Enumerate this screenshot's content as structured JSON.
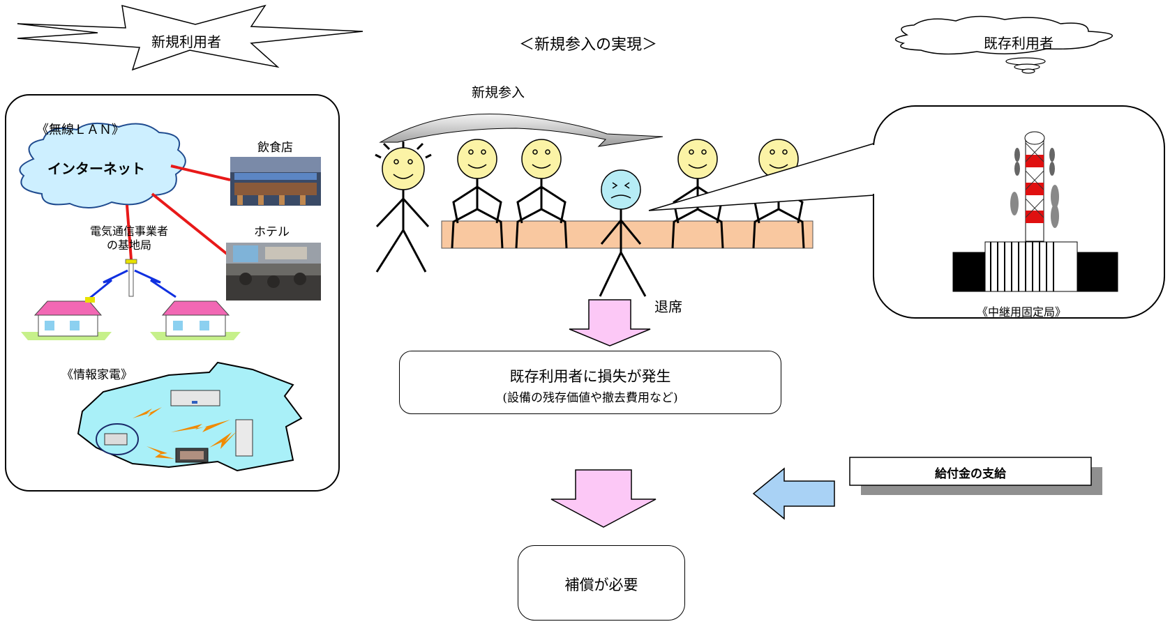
{
  "title": "＜新規参入の実現＞",
  "new_users_label": "新規利用者",
  "existing_users_label": "既存利用者",
  "left_panel": {
    "wlan_label": "《無線ＬＡＮ》",
    "internet_label": "インターネット",
    "restaurant_label": "飲食店",
    "hotel_label": "ホテル",
    "carrier_label_line1": "電気通信事業者",
    "carrier_label_line2": "の基地局",
    "appliances_label": "《情報家電》"
  },
  "entry_label": "新規参入",
  "exit_label": "退席",
  "right_panel": {
    "relay_label": "《中継用固定局》"
  },
  "loss_box": {
    "line1": "既存利用者に損失が発生",
    "line2": "(設備の残存価値や撤去費用など)"
  },
  "grant_label": "給付金の支給",
  "compensation_label": "補償が必要",
  "colors": {
    "face_yellow": "#fbf3a6",
    "face_cyan": "#b6ecf5",
    "bench": "#f9c8a0",
    "pink_arrow": "#fcc8f6",
    "blue_arrow": "#a9d2f5",
    "cloud_fill": "#cdefff",
    "house_fill": "#a9f0f8",
    "link_red": "#e81919",
    "tower_red": "#e01010"
  }
}
